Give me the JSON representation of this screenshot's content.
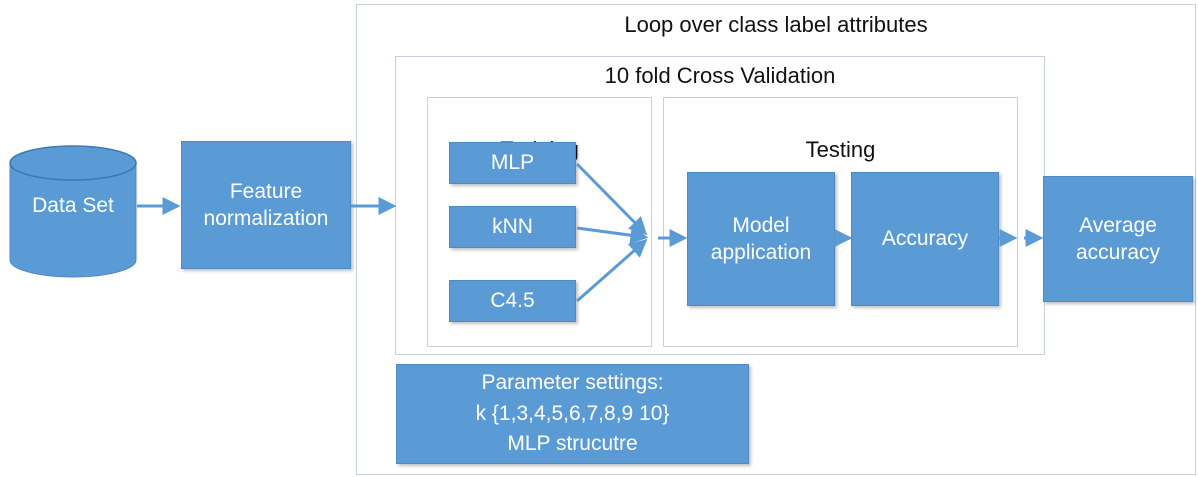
{
  "outer_frame": {
    "title": "Loop over class label attributes"
  },
  "cv_frame": {
    "title": "10 fold Cross Validation"
  },
  "training_frame": {
    "title": "Training"
  },
  "testing_frame": {
    "title": "Testing"
  },
  "nodes": {
    "dataset": "Data Set",
    "feature_normalization": "Feature\nnormalization",
    "mlp": "MLP",
    "knn": "kNN",
    "c45": "C4.5",
    "model_application": "Model\napplication",
    "accuracy": "Accuracy",
    "average_accuracy": "Average\naccuracy",
    "parameter_settings": "Parameter settings:\nk {1,3,4,5,6,7,8,9 10}\nMLP strucutre"
  },
  "colors": {
    "node_fill": "#5b9bd5",
    "arrow": "#5b9bd5",
    "frame_border": "#c7d0de"
  }
}
